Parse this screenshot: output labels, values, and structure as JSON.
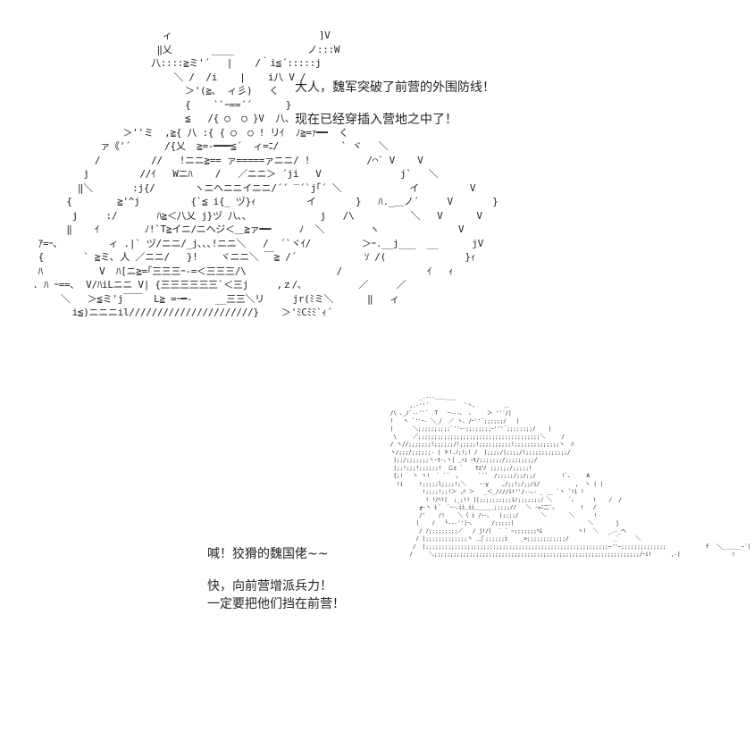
{
  "art": {
    "top": "                        ィ                          ]V\n                       ‖乂       ____             ノ:::W\n                      八::::≧ミ'´   |    /｀i≦´:::::j\n                          ＼ /  /i    |    i八 V /\n                            ＞'(≧､  ィ彡)   く\n                            {    ``ｰ==´´      }\n                            ≦   /{ ○  ○ }V  八、\n                 ＞''ミ  ,≧{ 八 :{ { ○  ○ ! リｲ  ﾉ≧=ｧ━━  く\n             ァ《'´      /{乂  ≧=-━━━≦´  ィ=ﾆ/           ` ヾ   ＼\n            /         //   !ニニ≧== ァ=====ァニニ/ !          /⌒` V    V\n          j         //ｲ   Wニﾊ    /   ／ニニ＞ ´ji   V              j`   ＼\n         ‖＼       :j{/       ヽニヘニニイニニ/´´ ‾´`j｢´ ＼            イ         V\n       {        ≧'^j         {`≦ i{_ ヅ}ｨ         イ       }   ﾊ._＿ノ´     V       }\n        j     :/       ﾊ≧＜八乂 j}ヅ 八､､             j   /\\          ＼   V      V\n       ‖    ｲ        ﾉ!`T≧イニ/ニヘジ＜＿≧ァ━━     ﾉ  ＼        ヽ              V\n  ｱ=ｰ､         ィ .|` ヅ/ニニ/_j､､､!ニニ＼   /  ´`ヾｲ/         ＞ｰ.__j___  __      jV\n  {       ` ≧ミ､ 人 ／ニニ/   }!    ヾニニ＼ ￣≧ /´            ｿ /(              }ｨ\n  ﾊ          V  ﾊ[ニ≧=｢三三三ｰ-=＜三三三/\\                /               ｲ   ｨ\n . ﾊ ｰ==､  V/ﾊiLニニ V| {三三三三三三`＜三j     ,ｚ/､          ／     ／\n      ＼   ＞≦ミ'j￣￣  L≧ =ｰ━-    __三三＼リ     jr(ﾐミ＼      ‖   ィ\n        i≦)ニニニil//////////////////////}    ＞'ﾐCﾐﾐ`ｨ´",
    "bottom": "                 _.-‐-＿＿___\n              ,.-''´           `丶、        ＿\n        /\\ ､_/´-‐''´  T   ｰ---､  、    ＞ ''´/|\n        !   ヽ `''ｰ- ＼_/  ／ ヽ､ /ｰ''´;;;;;;/   |\n        |      ＼;;;;;;;;;;`''ｰ-;;;;;;;;ｰ'''´;;;;;;;;/    |\n         \\     ／;;;;;;;;;;;;;;;;;;;;;;;;;;;;;;;;;;;;;;＼     /\n        / ヽ//;;;;;;;!;;;;;;/!;;;;;!;;;;;;;;;;!;;;;;;;;;;;;;;ヽ  ﾊ\n        ヽ/;;;/;;;;;;- | ト!.ﾉ;!;! /  |;;;;/|;;;;/!;;;;;;;;;;;;;/\n         |;;/;;;;;;;ヽ-t-､ヽ| _ｨi ｰt/;;;;;;;/;;;;;;;;;/\n         |;;!;;;!;;;;;;!  じz `    ｾzソ ;;;;;;/;;;;;!\n         {;!   ヽ ヽ!  ` ´´  ,      `´´  /;;;;;/;;/;;/        !`､     A\n          !i     !;;;;;l;;;;!;＼    -‐y    ,/;;!;/;;/i/           ,  ヽ | |\n                  !;;;;!;;!＞ ,ﾊ ＞   _＜_////i!''/--､- _ __ `ヽ `!i !      \n                   ! !/ﾍ!|  ;_;!! ||;;;;;;;;;;i/;;;;;;;/ ＼     `、     !    /  /\n                 ┏-ヽ i´  `ｰ-､ii_ii______;;;;;//   ＼ -=ﾆ二`、       !   /\n                 /'    /!    ＼〈 i /ｰ-､   |;;;;/       ＼       ＼      !\n                |    /   └---''|ｰ､      /;;;;;|                       ＼       j\n                 / /;;;;;;;;;／   / j!/|  ` ` ~;;;;;;;ﾍi           ヽ!  ＼   _.-_ヘ\n                / |;;;;;;;;;;;;;ヽ ＿|ﾞ;;;;;;i    _>;;;;;;;;;;;;/              _ﾞ     ＼\n               /  |;;;;;;;;;;;;;;;;;;;;;;;;;;;;;;;;;;;;;;;;;;;;;;;;;;;;;;;;;~''~;;;;;;;;;;;;;;            ｆ  ＼______~´|\n              /     ＼;;;;;;;;;;;;;;;;;;;;;;;;;;;;;;;;;;;;;;;;;;;;;;;;;;;;;;;;;;;;;;;;/ｰi!      ,-|                !"
  },
  "dialogue": {
    "line1": "大人，魏军突破了前营的外围防线！",
    "line2": "现在已经穿插入营地之中了！",
    "line3": "喊！狡猾的魏国佬~~",
    "line4": "快，向前营增派兵力！",
    "line5": "一定要把他们挡在前营！"
  }
}
